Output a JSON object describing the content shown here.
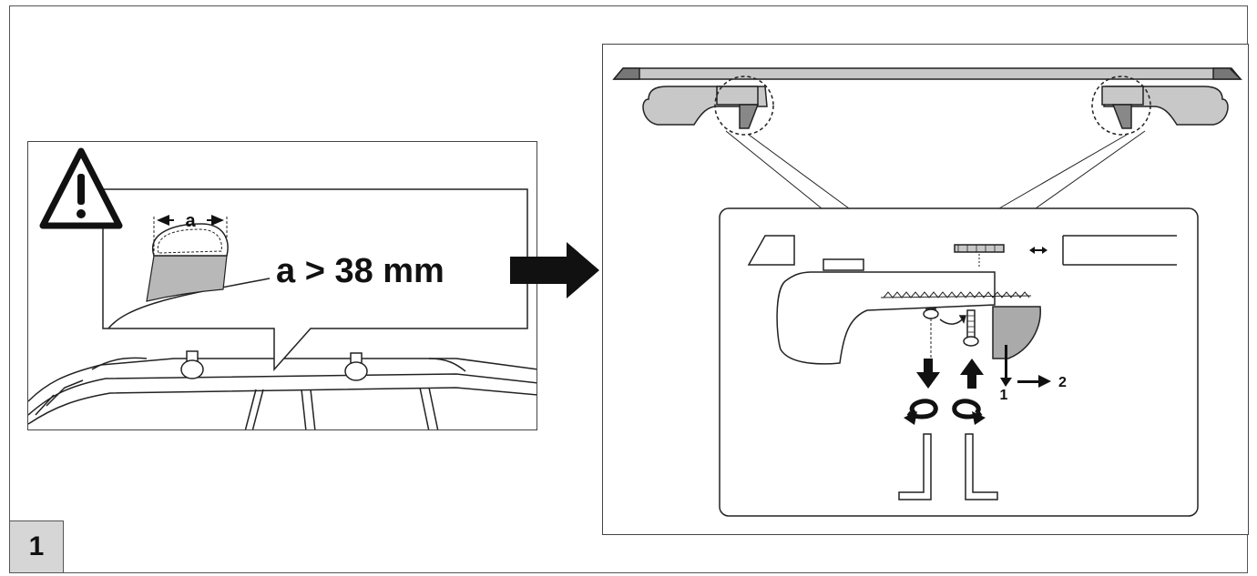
{
  "step": {
    "number": "1"
  },
  "left_panel": {
    "dimension_label": "a",
    "requirement": "a > 38 mm"
  },
  "right_panel": {
    "step_label_1": "1",
    "step_label_2": "2"
  },
  "icons": [
    "warning-icon",
    "arrow-right-icon",
    "rotate-icon",
    "hex-key-icon"
  ],
  "colors": {
    "fill_grey": "#c8c8c8",
    "dark_grey": "#888888",
    "line": "#222222"
  }
}
